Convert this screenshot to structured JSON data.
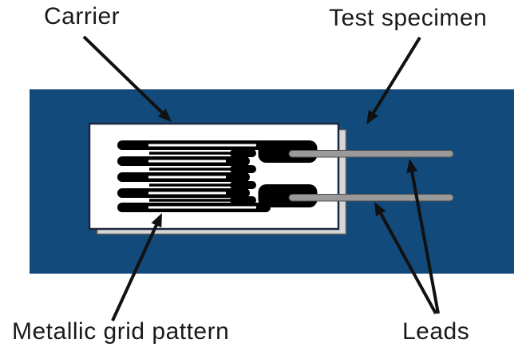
{
  "diagram": {
    "subject": "strain gauge construction",
    "labels": {
      "carrier": "Carrier",
      "test_specimen": "Test specimen",
      "metallic_grid": "Metallic grid pattern",
      "leads": "Leads"
    },
    "components": {
      "specimen": "test specimen plate",
      "carrier_sheet": "carrier backing film",
      "shadow_sheet": "carrier second sheet",
      "grid": "metallic serpentine grid",
      "pads": "solder terminal pads",
      "lead_wires": "two lead wires"
    },
    "colors": {
      "specimen_blue": "#124A7C",
      "carrier_white": "#FFFFFF",
      "shadow_sheet_gray": "#D6D6D6",
      "grid_black": "#000000",
      "pad_black": "#000000",
      "lead_gray": "#9A9A9A",
      "arrow_black": "#111111",
      "text_color": "#1A1A1A",
      "background": "#FFFFFF"
    }
  }
}
